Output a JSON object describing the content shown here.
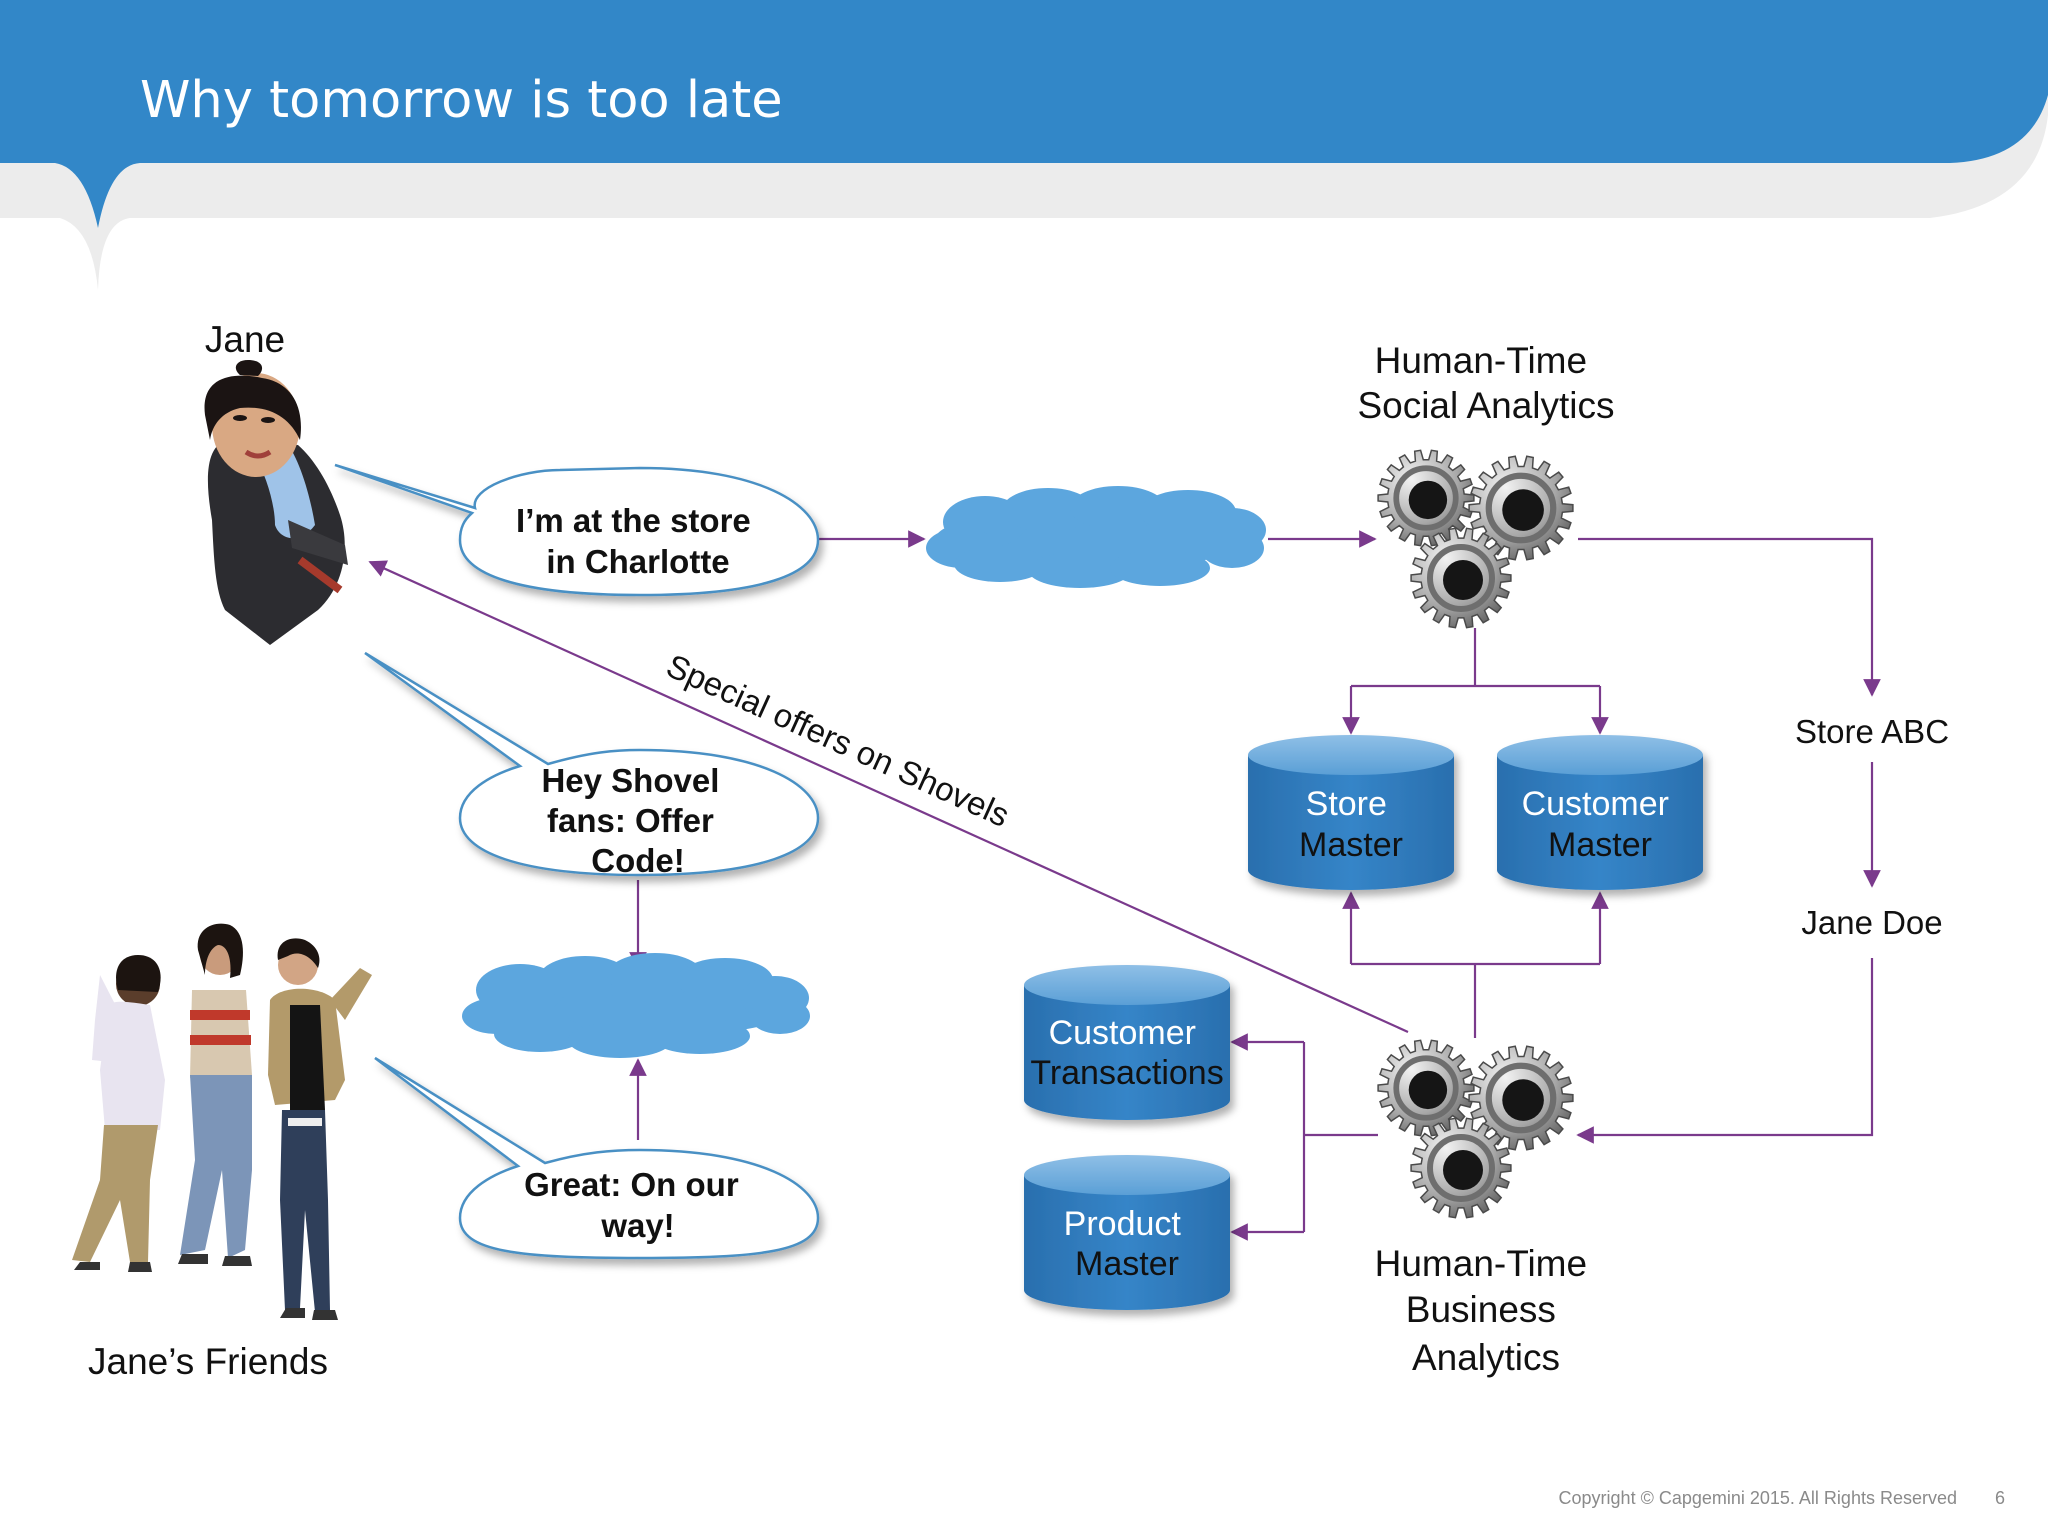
{
  "slide": {
    "title": "Why tomorrow is too late",
    "footer": "Copyright © Capgemini 2015. All Rights Reserved",
    "page_number": "6"
  },
  "people": {
    "jane": "Jane",
    "friends": "Jane’s Friends"
  },
  "bubbles": {
    "store": [
      "I’m at the store",
      "in Charlotte"
    ],
    "offer": [
      "Hey Shovel",
      "fans: Offer",
      "Code!"
    ],
    "reply": [
      "Great: On our",
      "way!"
    ]
  },
  "social_analytics": [
    "Human-Time",
    "Social Analytics"
  ],
  "business_analytics": [
    "Human-Time",
    "Business",
    "Analytics"
  ],
  "databases": {
    "store_master": [
      "Store",
      "Master"
    ],
    "customer_master": [
      "Customer",
      "Master"
    ],
    "customer_transactions": [
      "Customer",
      "Transactions"
    ],
    "product_master": [
      "Product",
      "Master"
    ]
  },
  "labels": {
    "store_abc": "Store ABC",
    "jane_doe": "Jane Doe",
    "special_offers": "Special offers on Shovels"
  },
  "colors": {
    "header_blue": "#3287c8",
    "db_blue": "#2f7bbd",
    "cloud_blue": "#5ca6de",
    "arrow_purple": "#7a3a8c",
    "bubble_stroke": "#4a90c4"
  }
}
